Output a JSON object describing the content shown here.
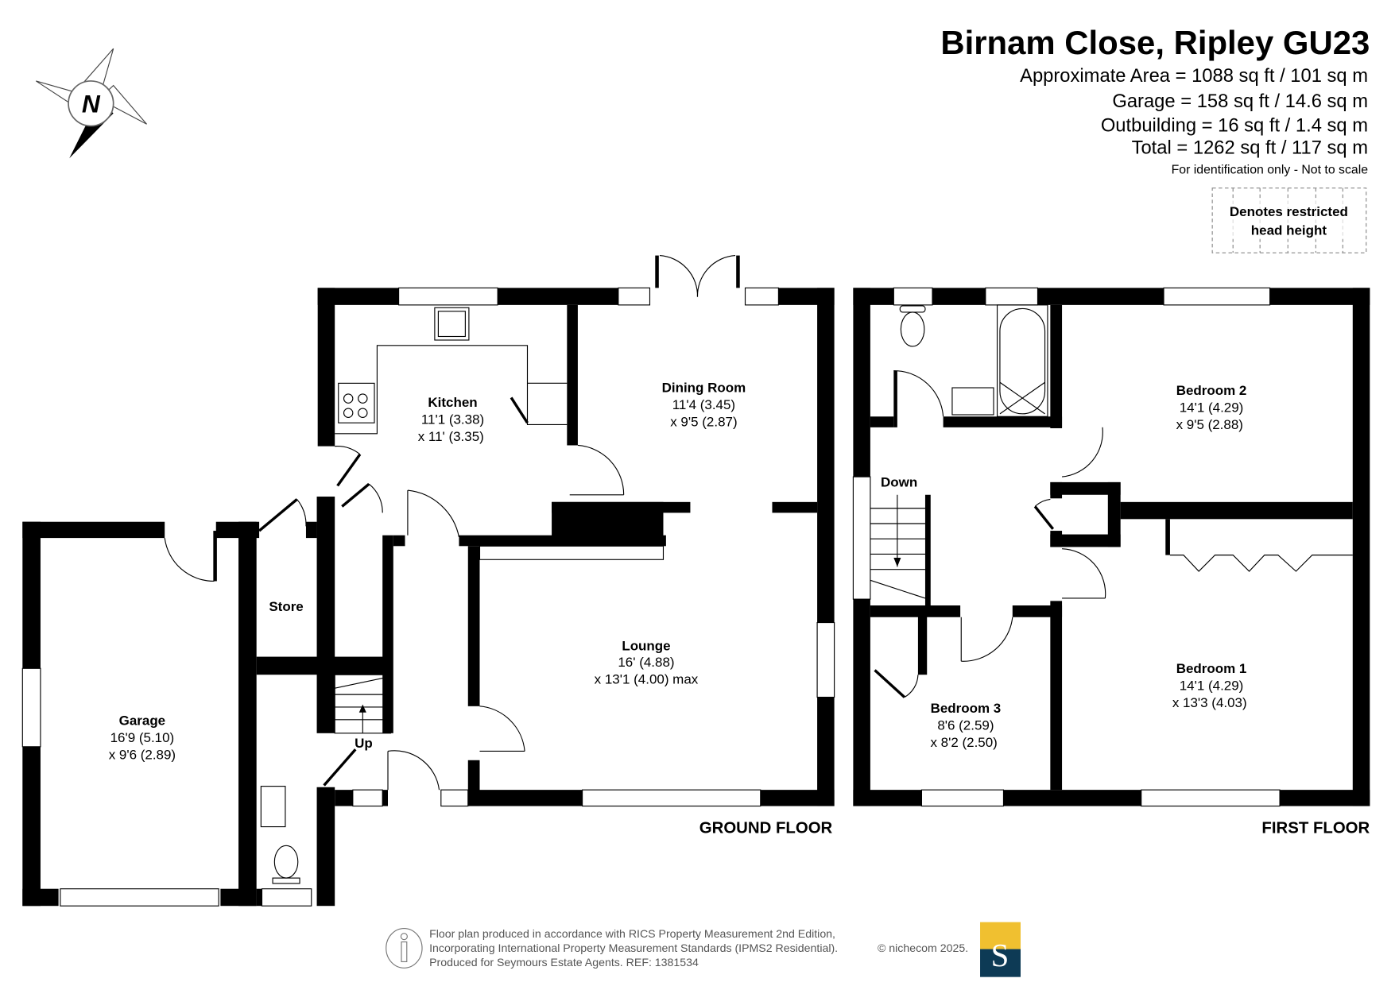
{
  "header": {
    "title": "Birnam Close, Ripley GU23",
    "areas": [
      "Approximate Area = 1088 sq ft / 101 sq m",
      "Garage = 158 sq ft / 14.6 sq m",
      "Outbuilding = 16 sq ft / 1.4 sq m",
      "Total = 1262 sq ft / 117 sq m"
    ],
    "disclaimer": "For identification only - Not to scale",
    "legend": [
      "Denotes restricted",
      "head height"
    ]
  },
  "compass": {
    "label": "N",
    "icon": "compass-icon"
  },
  "ground_floor": {
    "label": "GROUND FLOOR",
    "rooms": {
      "kitchen": {
        "name": "Kitchen",
        "dim1": "11'1 (3.38)",
        "dim2": "x 11' (3.35)"
      },
      "dining": {
        "name": "Dining Room",
        "dim1": "11'4 (3.45)",
        "dim2": "x 9'5 (2.87)"
      },
      "lounge": {
        "name": "Lounge",
        "dim1": "16' (4.88)",
        "dim2": "x 13'1 (4.00) max"
      },
      "garage": {
        "name": "Garage",
        "dim1": "16'9 (5.10)",
        "dim2": "x 9'6 (2.89)"
      },
      "store": {
        "name": "Store"
      }
    },
    "stairs_label": "Up"
  },
  "first_floor": {
    "label": "FIRST FLOOR",
    "rooms": {
      "bedroom1": {
        "name": "Bedroom 1",
        "dim1": "14'1 (4.29)",
        "dim2": "x 13'3 (4.03)"
      },
      "bedroom2": {
        "name": "Bedroom 2",
        "dim1": "14'1 (4.29)",
        "dim2": "x 9'5 (2.88)"
      },
      "bedroom3": {
        "name": "Bedroom 3",
        "dim1": "8'6 (2.59)",
        "dim2": "x 8'2 (2.50)"
      }
    },
    "stairs_label": "Down"
  },
  "footer": {
    "lines": [
      "Floor plan produced in accordance with RICS Property Measurement 2nd Edition,",
      "Incorporating International Property Measurement Standards (IPMS2 Residential).",
      "Produced for Seymours Estate Agents.   REF: 1381534"
    ],
    "copyright": "© nichecom 2025.",
    "logo_letter": "S",
    "logo_colors": {
      "top": "#f0c030",
      "bottom": "#0d3a55"
    }
  }
}
